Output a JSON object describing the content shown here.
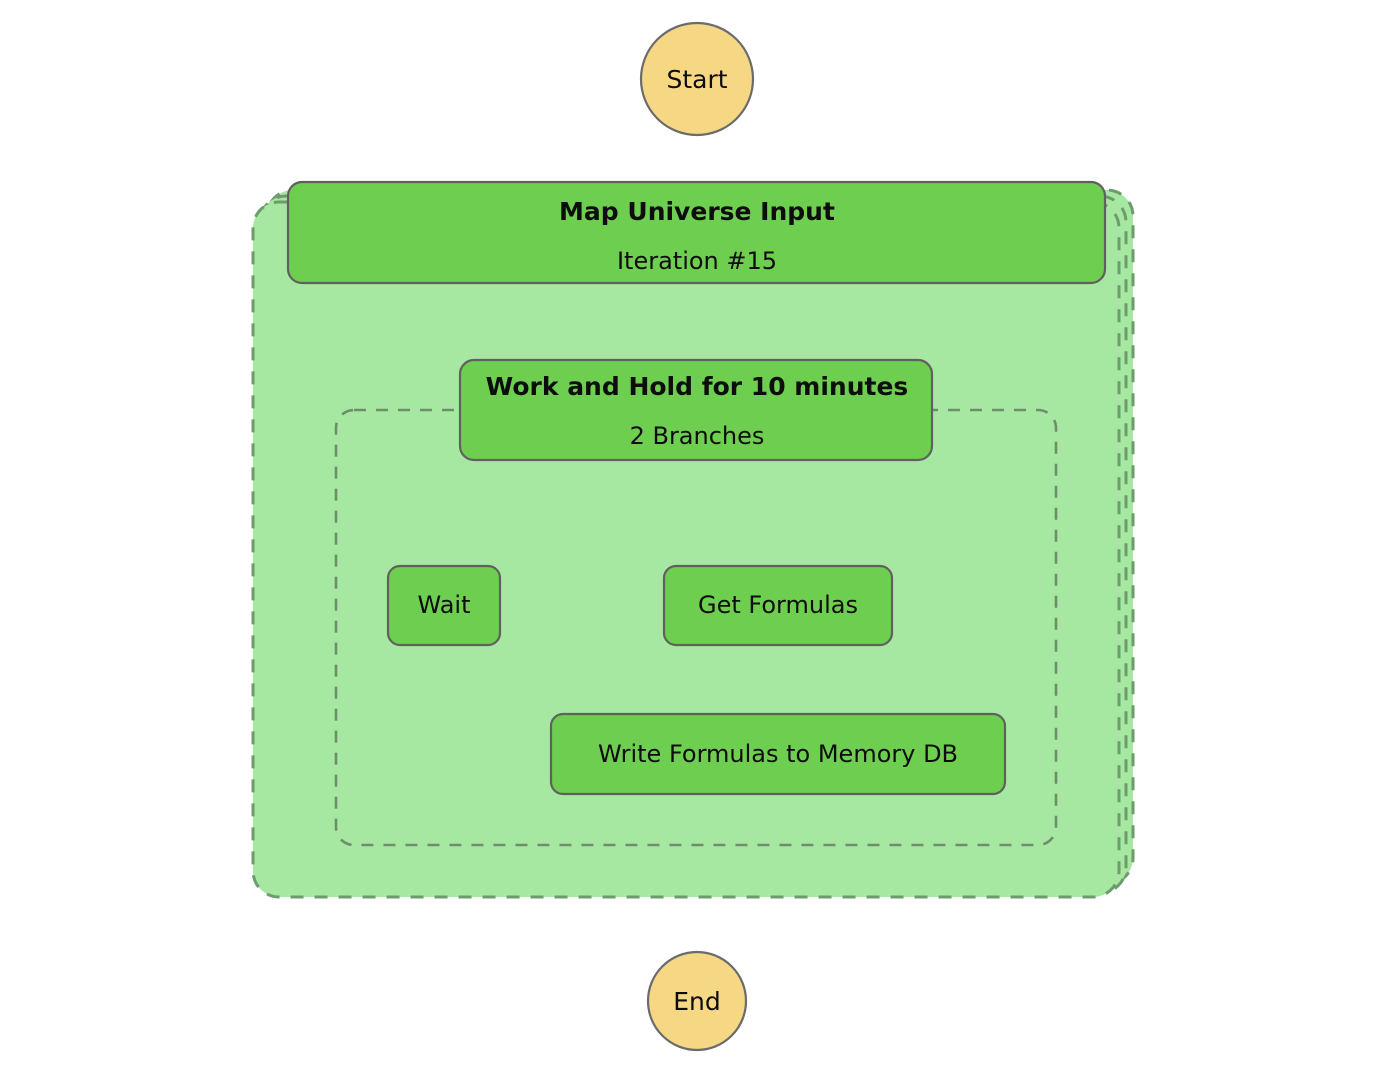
{
  "diagram": {
    "type": "aws-step-functions-workflow-graph",
    "title": "",
    "colors": {
      "task_fill": "#6ECE4F",
      "task_border": "#60615E",
      "terminal_fill": "#F6D784",
      "terminal_border": "#6B6B6B",
      "map_container_fill": "#A6E8A1",
      "map_container_border": "#6E9B6B",
      "parallel_border": "#6E8E6B",
      "edge_color": "#595959",
      "label_color": "#0D0D0D",
      "background": "#FFFFFF"
    }
  },
  "nodes": {
    "start": {
      "label": "Start",
      "shape": "circle",
      "kind": "terminal"
    },
    "map_state": {
      "title": "Map Universe Input",
      "subtitle": "Iteration #15",
      "shape": "rounded-rect",
      "kind": "map"
    },
    "parallel_state": {
      "title": "Work and Hold for 10 minutes",
      "subtitle": "2 Branches",
      "shape": "rounded-rect",
      "kind": "parallel"
    },
    "wait": {
      "label": "Wait",
      "shape": "rounded-rect",
      "kind": "task"
    },
    "get_formulas": {
      "label": "Get Formulas",
      "shape": "rounded-rect",
      "kind": "task"
    },
    "write_formulas": {
      "label": "Write Formulas to Memory DB",
      "shape": "rounded-rect",
      "kind": "task"
    },
    "end": {
      "label": "End",
      "shape": "circle",
      "kind": "terminal"
    }
  },
  "edges": [
    {
      "from": "start",
      "to": "map_state",
      "label": ""
    },
    {
      "from": "map_state",
      "to": "parallel_state",
      "label": ""
    },
    {
      "from": "parallel_state",
      "to": "wait",
      "label": ""
    },
    {
      "from": "parallel_state",
      "to": "get_formulas",
      "label": ""
    },
    {
      "from": "get_formulas",
      "to": "write_formulas",
      "label": ""
    },
    {
      "from": "map_state",
      "to": "end",
      "label": ""
    }
  ]
}
